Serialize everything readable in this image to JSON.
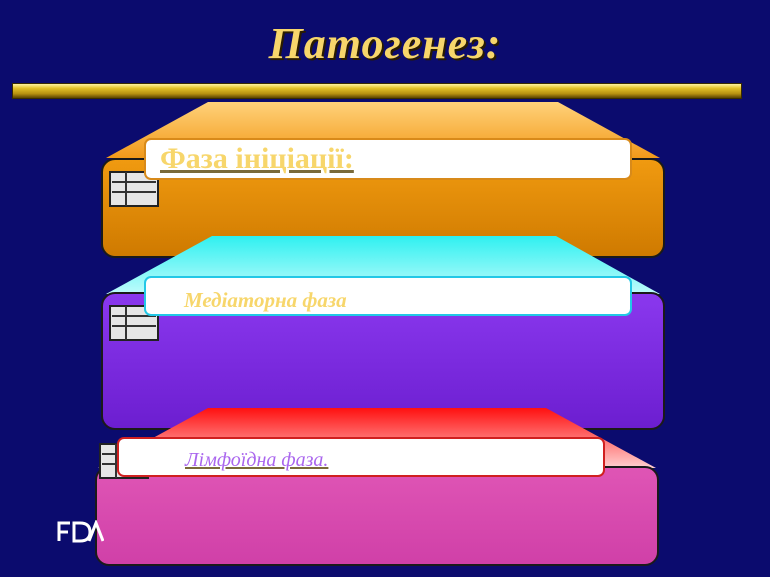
{
  "slide": {
    "title": "Патогенез:",
    "phases": [
      {
        "label": "Фаза ініціації:",
        "color": "#e68a00"
      },
      {
        "label": "Медіаторна фаза",
        "color": "#7f2be6"
      },
      {
        "label": "Лімфоїдна фаза.",
        "color": "#dd4faf"
      }
    ],
    "colors": {
      "background": "#0b0b6e",
      "title": "#f7d66b",
      "phase1_text": "#f7d66b",
      "phase2_text": "#f7d66b",
      "phase3_text": "#aa66ee"
    },
    "icons": [
      "layer-block-icon",
      "fda-logo"
    ]
  }
}
